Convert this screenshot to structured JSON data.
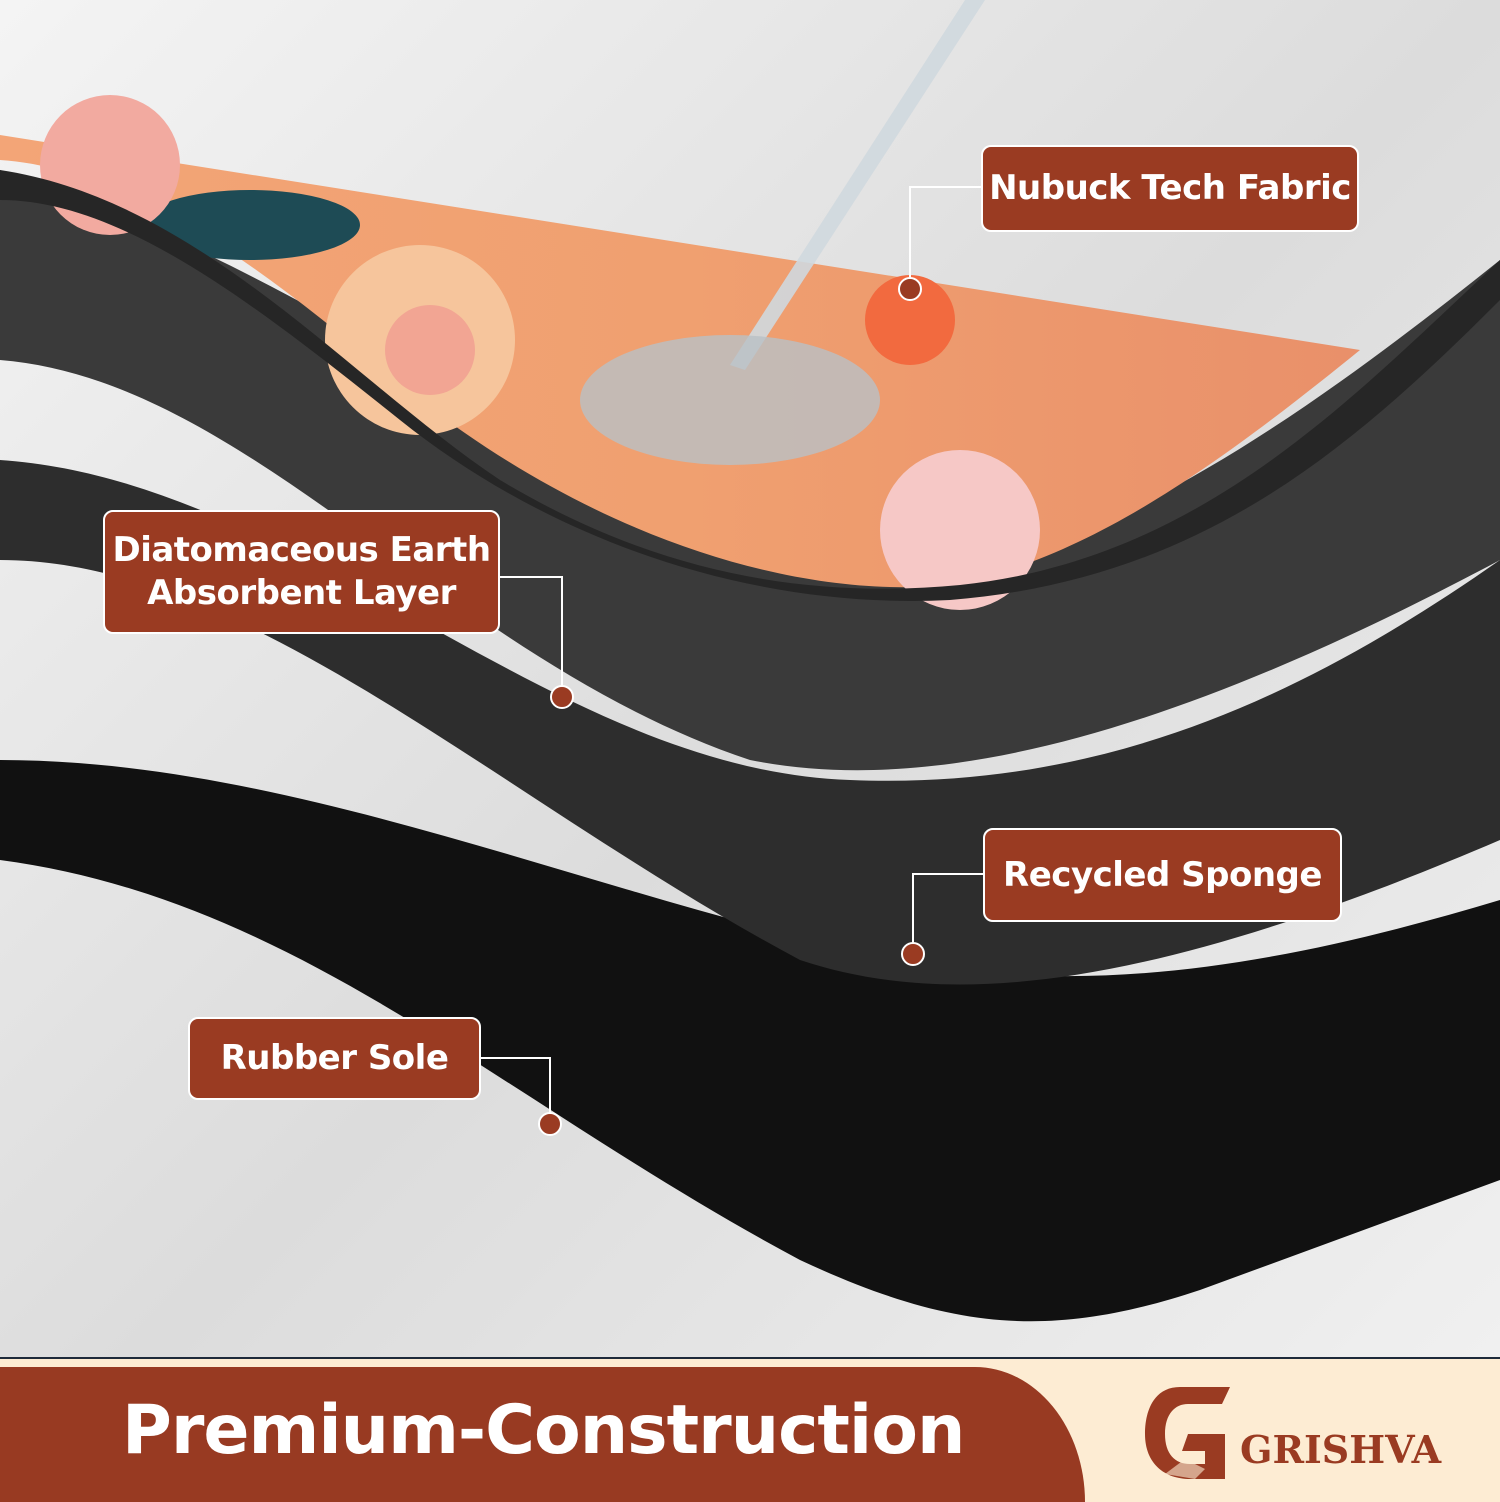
{
  "callouts": {
    "nubuck": "Nubuck Tech Fabric",
    "diatom_line1": "Diatomaceous Earth",
    "diatom_line2": "Absorbent Layer",
    "sponge": "Recycled Sponge",
    "rubber": "Rubber Sole"
  },
  "banner": {
    "title": "Premium-Construction",
    "brand": "GRISHVA"
  },
  "colors": {
    "accent": "#9a3b22",
    "cream": "#fdecd3",
    "layer": "#2a2a2a"
  }
}
